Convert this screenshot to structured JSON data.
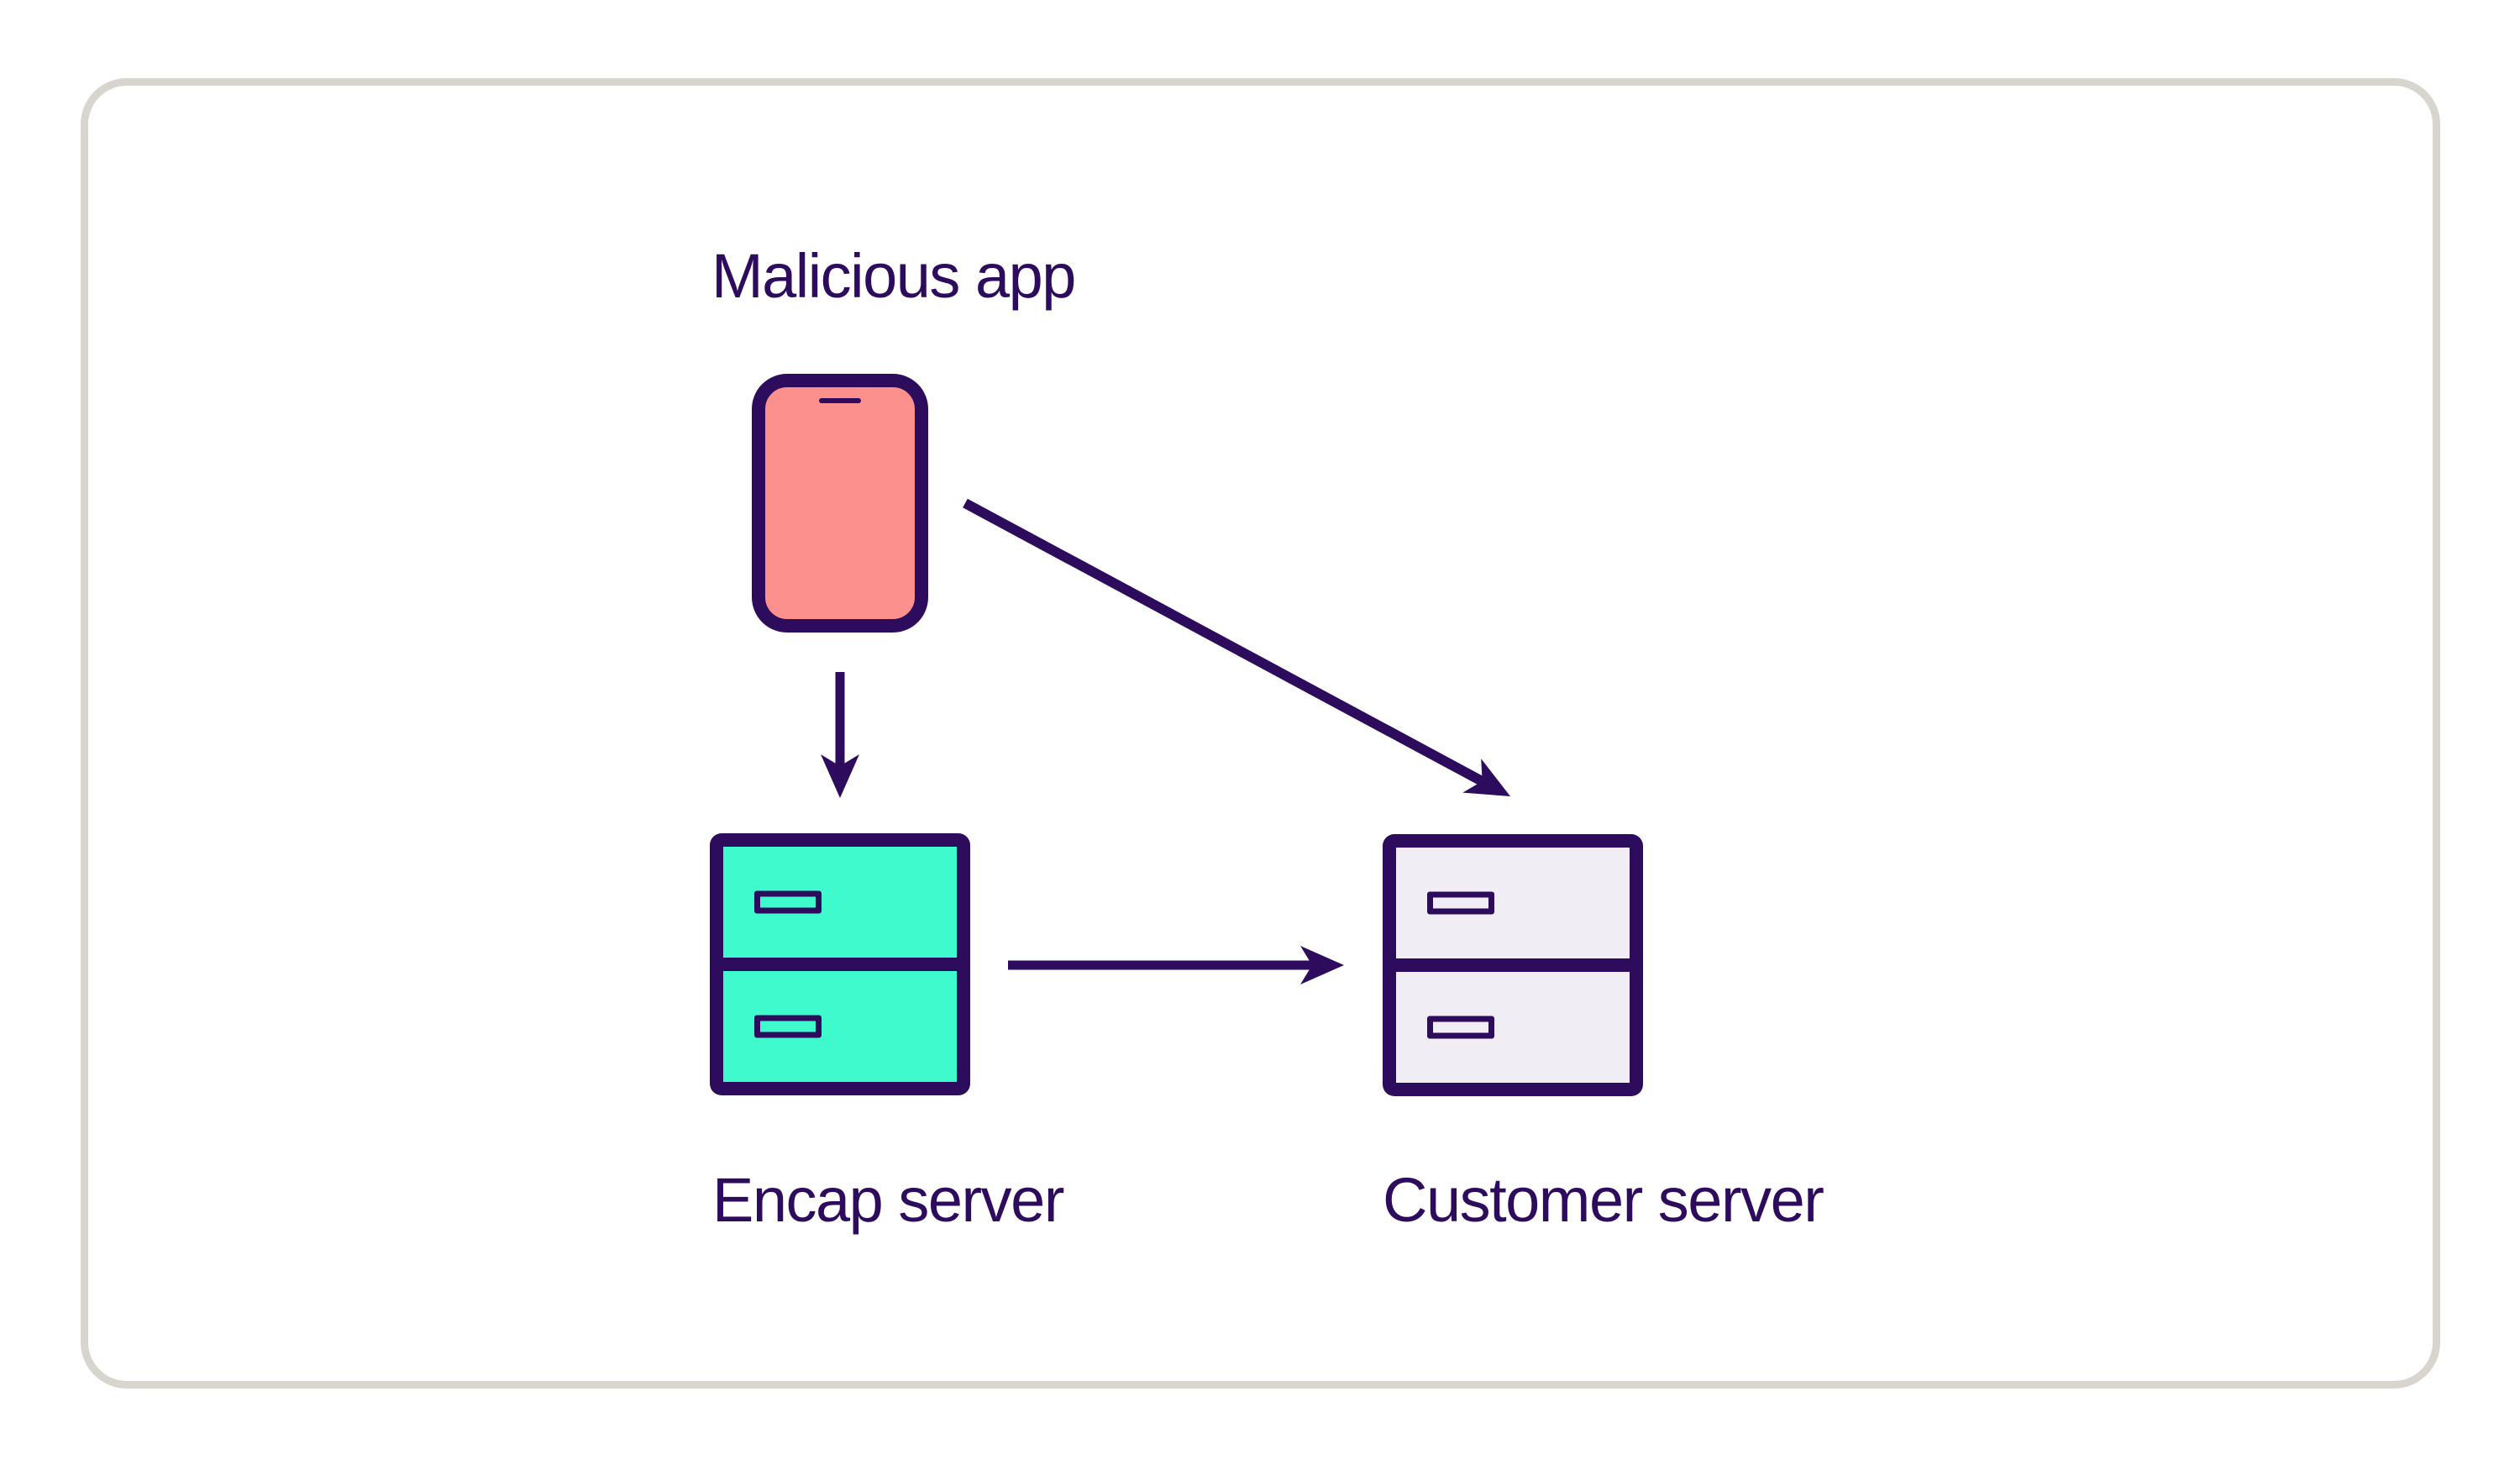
{
  "colors": {
    "stroke": "#2D0C5E",
    "text": "#2D0C5E",
    "phone_fill": "#FB908C",
    "encap_fill": "#3FFACC",
    "customer_fill": "#F0EDF4",
    "card_border": "#D8D4CE",
    "background": "#FFFFFF"
  },
  "nodes": [
    {
      "id": "malicious-app",
      "label": "Malicious app",
      "icon": "smartphone-icon"
    },
    {
      "id": "encap-server",
      "label": "Encap server",
      "icon": "server-cabinet-icon"
    },
    {
      "id": "customer-server",
      "label": "Customer server",
      "icon": "server-cabinet-icon"
    }
  ],
  "edges": [
    {
      "from": "malicious-app",
      "to": "encap-server"
    },
    {
      "from": "malicious-app",
      "to": "customer-server"
    },
    {
      "from": "encap-server",
      "to": "customer-server"
    }
  ]
}
